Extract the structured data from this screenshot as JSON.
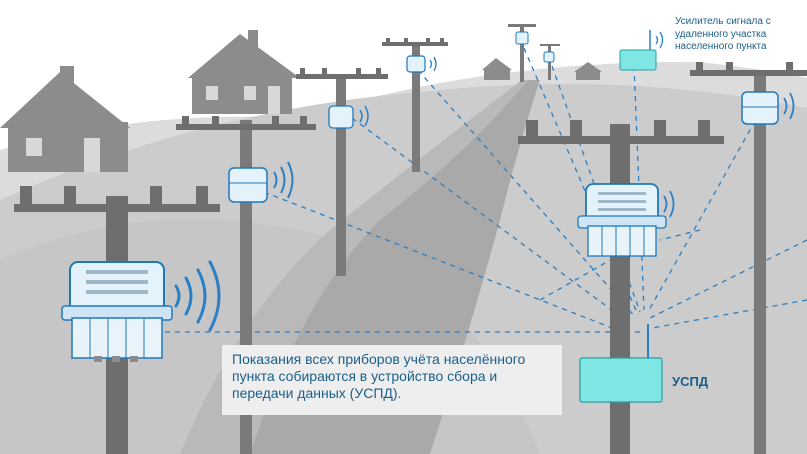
{
  "caption": "Показания всех приборов учёта населённого пункта собираются в устройство сбора и передачи данных (УСПД).",
  "amplifier_label": "Усилитель сигнала с удаленного участка населенного пункта",
  "uspd_label": "УСПД",
  "colors": {
    "ground": "#dcdcdc",
    "hill": "#c4c4c4",
    "road": "#aeaeae",
    "pole": "#6e6e6e",
    "meter_fill": "#e4f2fb",
    "meter_stroke": "#1e78bd",
    "signal": "#2b7fc4",
    "device_fill": "#7fe6e3",
    "text": "#1a5f8a"
  },
  "icons": [
    "house-icon",
    "utility-pole-icon",
    "electricity-meter-icon",
    "wireless-signal-icon",
    "data-collection-device-icon"
  ]
}
